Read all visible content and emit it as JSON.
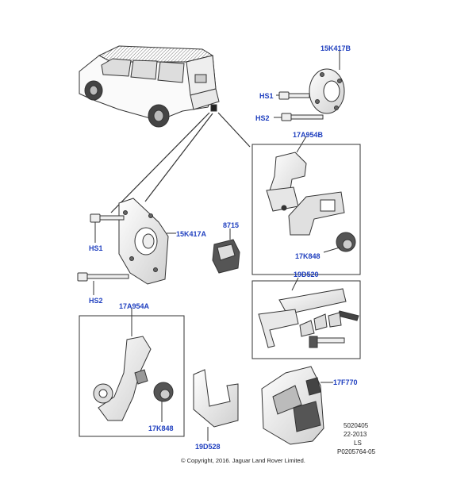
{
  "labels": {
    "hs_kit_part": "15K417B",
    "hs1_top": "HS1",
    "hs2_top": "HS2",
    "hitch_b": "17A954B",
    "knob_b": "17K848",
    "hs1_left": "HS1",
    "hs2_left": "HS2",
    "plate_a": "15K417A",
    "socket": "8715",
    "wiring_kit": "19D520",
    "hitch_a": "17A954A",
    "knob_a": "17K848",
    "bracket": "19D528",
    "hitch_assy": "17F770"
  },
  "meta": {
    "line1": "5020405",
    "line2": "22-2013",
    "line3": "LS",
    "line4": "P0205764-05"
  },
  "copyright": "© Copyright, 2016. Jaguar Land Rover Limited.",
  "colors": {
    "label": "#1f3fbf",
    "line": "#333333",
    "part_fill": "#f0f0f0",
    "part_dark": "#444444"
  }
}
